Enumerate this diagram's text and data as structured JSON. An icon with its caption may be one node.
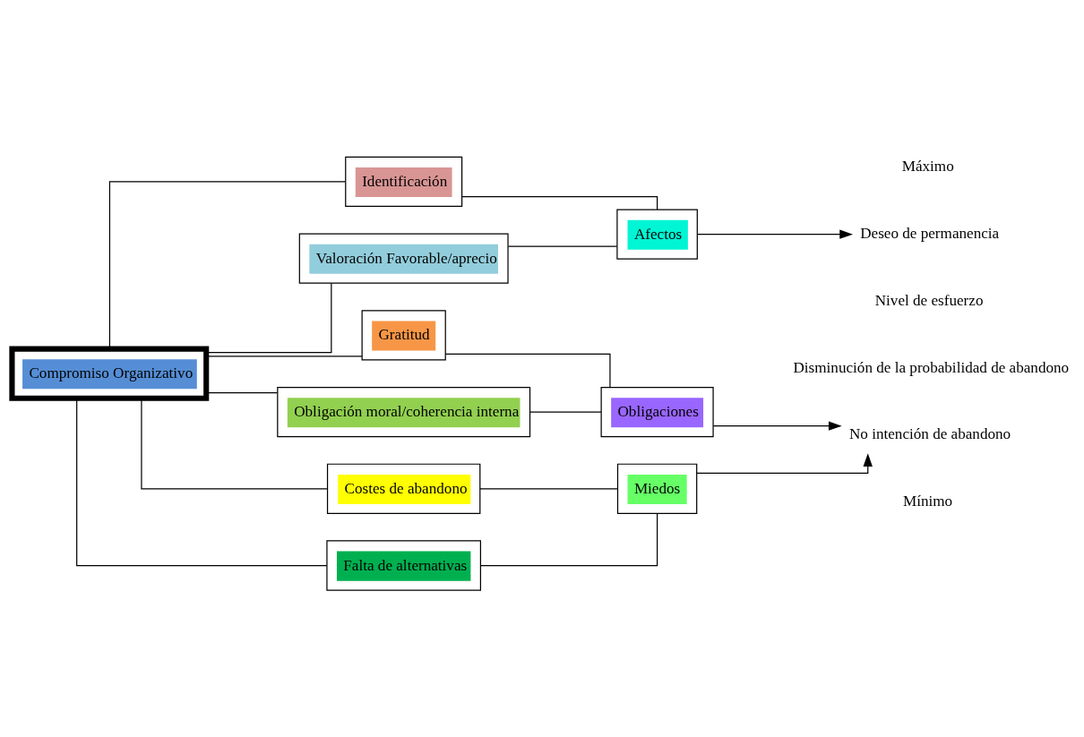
{
  "diagram": {
    "nodes": [
      {
        "text": [
          "Compromiso Organizativo"
        ]
      },
      {
        "text": [
          "Identificación"
        ]
      },
      {
        "text": [
          "Valoración Favorable/aprecio"
        ]
      },
      {
        "text": [
          "Gratitud"
        ]
      },
      {
        "text": [
          "Obligación moral/coherencia interna"
        ]
      },
      {
        "text": [
          "Costes de abandono"
        ]
      },
      {
        "text": [
          "Falta de alternativas"
        ]
      },
      {
        "text": [
          "Afectos"
        ]
      },
      {
        "text": [
          "Obligaciones"
        ]
      },
      {
        "text": [
          "Miedos"
        ]
      },
      {
        "text": [
          "Deseo de permanencia"
        ]
      },
      {
        "text": [
          "No intención de abandono"
        ]
      }
    ],
    "edges": [
      {
        "from": 0,
        "to": 1,
        "arrow": "none"
      },
      {
        "from": 0,
        "to": 2,
        "arrow": "none"
      },
      {
        "from": 0,
        "to": 3,
        "arrow": "none"
      },
      {
        "from": 0,
        "to": 4,
        "arrow": "none"
      },
      {
        "from": 0,
        "to": 5,
        "arrow": "none"
      },
      {
        "from": 0,
        "to": 6,
        "arrow": "none"
      },
      {
        "from": 1,
        "to": 7,
        "arrow": "none"
      },
      {
        "from": 2,
        "to": 7,
        "arrow": "none"
      },
      {
        "from": 3,
        "to": 8,
        "arrow": "none"
      },
      {
        "from": 4,
        "to": 8,
        "arrow": "none"
      },
      {
        "from": 5,
        "to": 9,
        "arrow": "none"
      },
      {
        "from": 6,
        "to": 9,
        "arrow": "none"
      },
      {
        "from": 7,
        "to": 10,
        "arrow": "to"
      },
      {
        "from": 8,
        "to": 11,
        "arrow": "to"
      },
      {
        "from": 9,
        "to": 11,
        "arrow": "to"
      }
    ],
    "labels": [
      "Máximo",
      "Nivel de esfuerzo",
      "Disminución de la probabilidad de abandono",
      "Mínimo"
    ]
  }
}
